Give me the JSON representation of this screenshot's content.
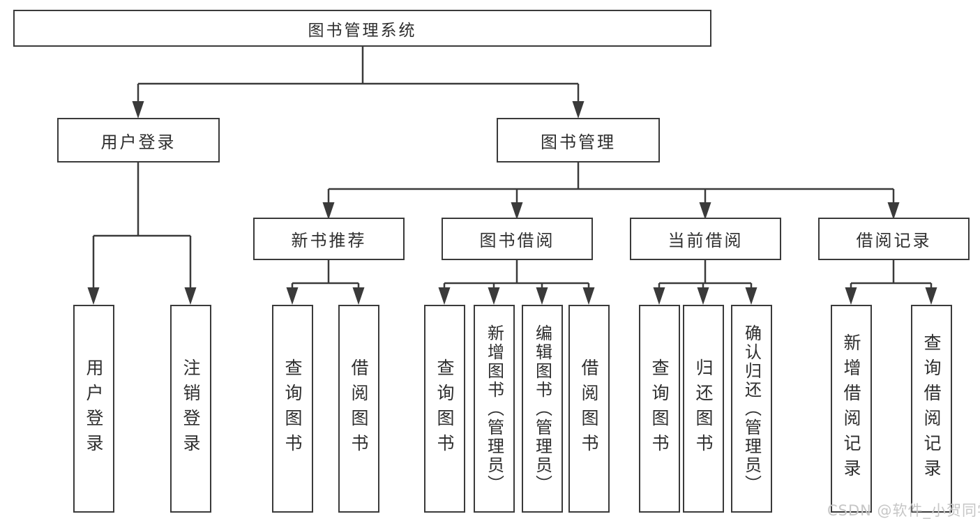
{
  "tree": {
    "root": {
      "label": "图书管理系统"
    },
    "user": {
      "label": "用户登录",
      "children": [
        {
          "label": "用户登录"
        },
        {
          "label": "注销登录"
        }
      ]
    },
    "book": {
      "label": "图书管理",
      "groups": [
        {
          "label": "新书推荐",
          "children": [
            {
              "label": "查询图书"
            },
            {
              "label": "借阅图书"
            }
          ]
        },
        {
          "label": "图书借阅",
          "children": [
            {
              "label": "查询图书"
            },
            {
              "label": "新增图书（管理员）"
            },
            {
              "label": "编辑图书（管理员）"
            },
            {
              "label": "借阅图书"
            }
          ]
        },
        {
          "label": "当前借阅",
          "children": [
            {
              "label": "查询图书"
            },
            {
              "label": "归还图书"
            },
            {
              "label": "确认归还（管理员）"
            }
          ]
        },
        {
          "label": "借阅记录",
          "children": [
            {
              "label": "新增借阅记录"
            },
            {
              "label": "查询借阅记录"
            }
          ]
        }
      ]
    }
  },
  "watermark": {
    "text": "CSDN @软件_小贺同学"
  },
  "colors": {
    "line": "#3a3a3a",
    "box_border": "#3a3a3a",
    "text": "#2e2e2e",
    "watermark": "#c6c6c6",
    "background": "#ffffff"
  }
}
